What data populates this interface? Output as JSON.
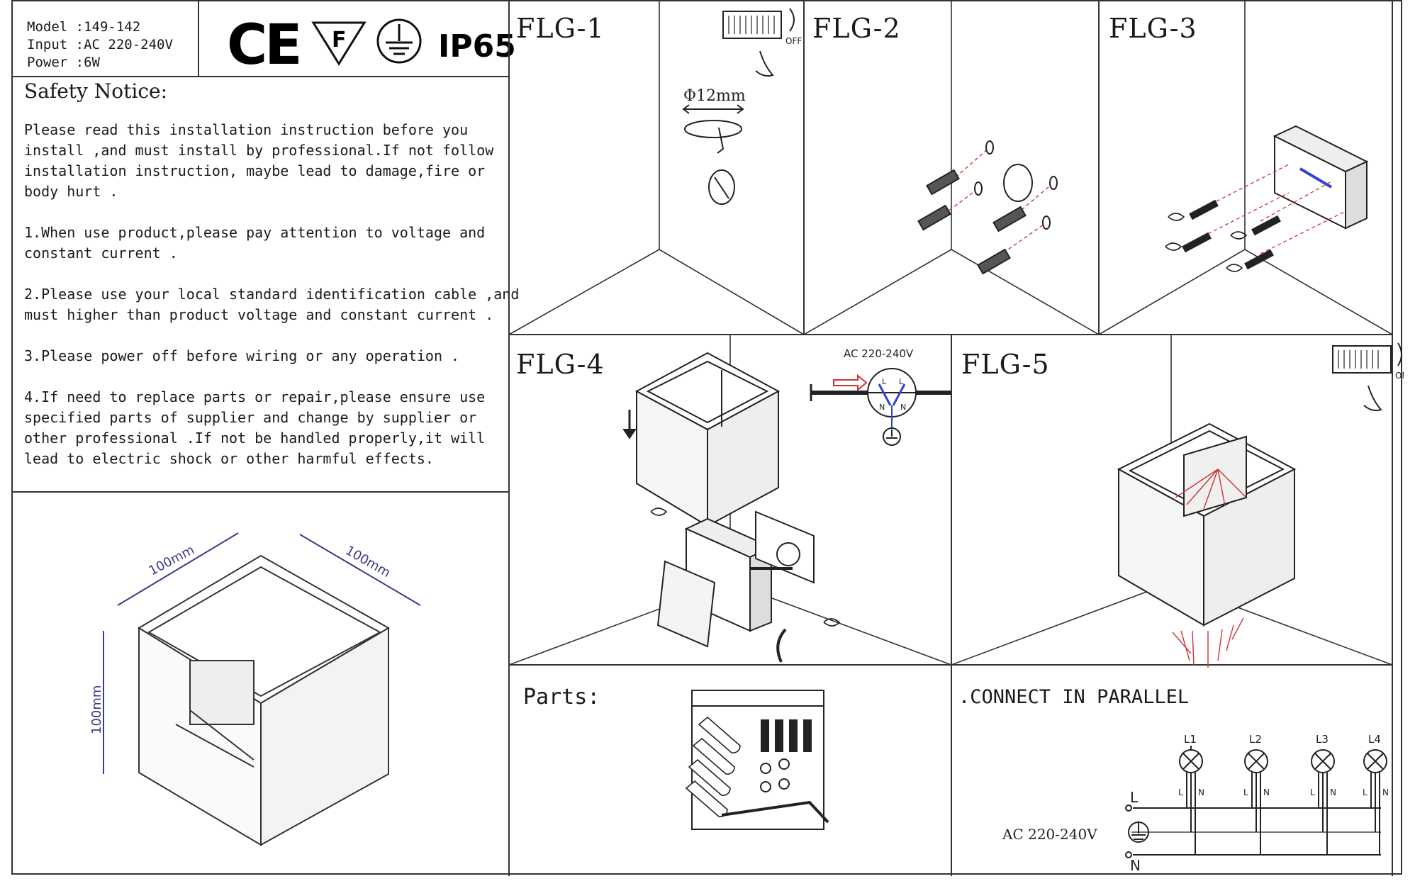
{
  "spec": {
    "model": "Model :149-142",
    "input": "Input :AC 220-240V",
    "power": "Power :6W"
  },
  "certifications": {
    "ce": "CE",
    "ip": "IP65",
    "f_mark": "F"
  },
  "safety": {
    "title": "Safety Notice:",
    "intro": "Please read this installation instruction before you install ,and must install by professional.If not follow installation instruction, maybe lead to damage,fire or body hurt .",
    "items": [
      "1.When use product,please pay attention to voltage and constant current .",
      "2.Please use your local standard identification cable ,and must higher than product voltage and constant current .",
      "3.Please power off before wiring or any operation .",
      "4.If need to replace parts or repair,please ensure use specified parts of supplier and change by supplier or other professional .If not be handled properly,it will lead to electric shock or other harmful effects."
    ]
  },
  "dimensions": {
    "width": "100mm",
    "depth": "100mm",
    "height": "100mm"
  },
  "steps": {
    "flg1": {
      "label": "FLG-1",
      "switch": "OFF",
      "drill": "Φ12mm"
    },
    "flg2": {
      "label": "FLG-2"
    },
    "flg3": {
      "label": "FLG-3"
    },
    "flg4": {
      "label": "FLG-4",
      "voltage": "AC 220-240V",
      "l": "L",
      "n": "N"
    },
    "flg5": {
      "label": "FLG-5",
      "switch": "ON"
    }
  },
  "parts": {
    "label": "Parts:"
  },
  "parallel": {
    "label": ".CONNECT IN PARALLEL",
    "voltage": "AC 220-240V",
    "line": "L",
    "neutral": "N",
    "lamps": [
      "L1",
      "L2",
      "L3",
      "L4"
    ],
    "pin_l": "L",
    "pin_n": "N"
  },
  "colors": {
    "line": "#333333",
    "accent_red": "#cc3333",
    "dimension_blue": "#3a3a8a",
    "wire_blue": "#3344cc"
  }
}
